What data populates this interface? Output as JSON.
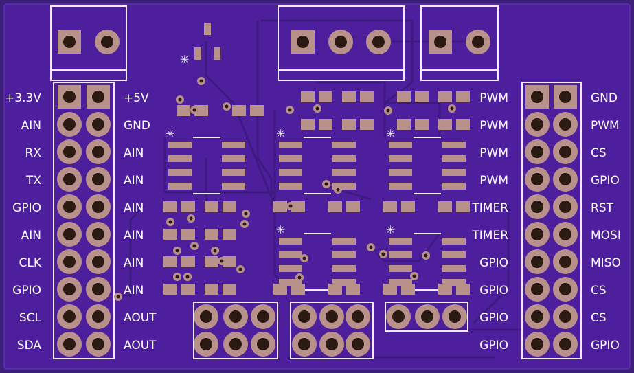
{
  "colors": {
    "board": "#3b1f78",
    "copper": "#4e1f9c",
    "silk": "#f2ecff",
    "pad": "#b8918a",
    "pad_hole": "#2a1a12"
  },
  "header_left": {
    "outer_labels": [
      "+3.3V",
      "AIN",
      "RX",
      "TX",
      "GPIO",
      "AIN",
      "CLK",
      "GPIO",
      "SCL",
      "SDA"
    ],
    "inner_labels": [
      "+5V",
      "GND",
      "AIN",
      "AIN",
      "AIN",
      "AIN",
      "AIN",
      "AIN",
      "AOUT",
      "AOUT"
    ]
  },
  "header_right": {
    "inner_labels": [
      "PWM",
      "PWM",
      "PWM",
      "PWM",
      "TIMER",
      "TIMER",
      "GPIO",
      "GPIO",
      "GPIO",
      "GPIO"
    ],
    "outer_labels": [
      "GND",
      "PWM",
      "CS",
      "GPIO",
      "RST",
      "MOSI",
      "MISO",
      "CS",
      "CS",
      "GPIO"
    ]
  }
}
